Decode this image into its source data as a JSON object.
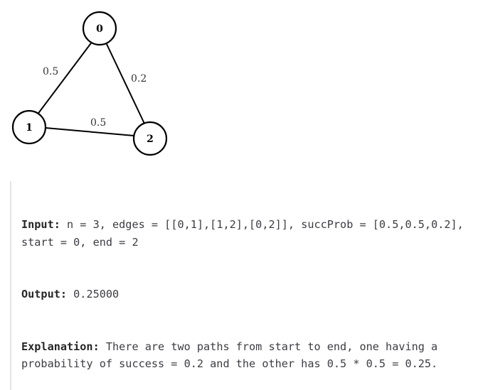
{
  "graph": {
    "nodes": [
      {
        "id": "0",
        "label": "0"
      },
      {
        "id": "1",
        "label": "1"
      },
      {
        "id": "2",
        "label": "2"
      }
    ],
    "edges": [
      {
        "from": "0",
        "to": "1",
        "label": "0.5"
      },
      {
        "from": "0",
        "to": "2",
        "label": "0.2"
      },
      {
        "from": "1",
        "to": "2",
        "label": "0.5"
      }
    ]
  },
  "example": {
    "input_label": "Input:",
    "input_value": " n = 3, edges = [[0,1],[1,2],[0,2]], succProb = [0.5,0.5,0.2], start = 0, end = 2",
    "output_label": "Output:",
    "output_value": " 0.25000",
    "explanation_label": "Explanation:",
    "explanation_value": " There are two paths from start to end, one having a probability of success = 0.2 and the other has 0.5 * 0.5 = 0.25."
  }
}
